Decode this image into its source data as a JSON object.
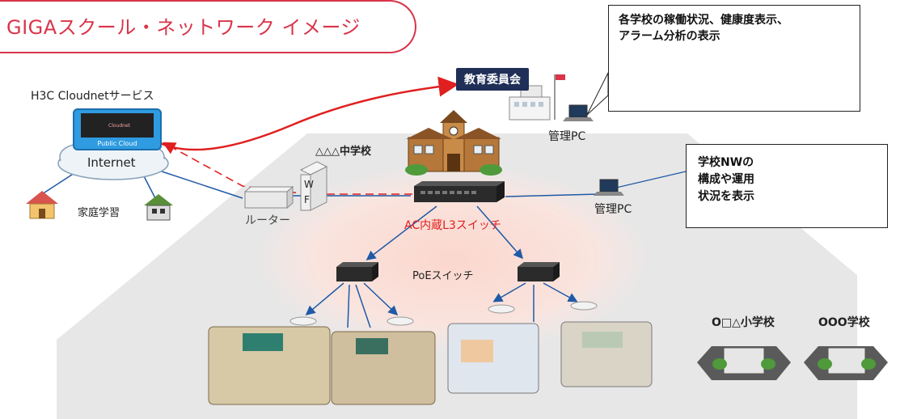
{
  "title": "GIGAスクール・ネットワーク イメージ",
  "cloud": {
    "service_label": "H3C Cloudnetサービス",
    "screen_brand": "Cloudnet",
    "box_label": "Public Cloud",
    "internet_label": "Internet",
    "home_label": "家庭学習"
  },
  "board": {
    "label": "教育委員会",
    "pc_label": "管理PC"
  },
  "callout_top": {
    "line1": "各学校の稼働状況、健康度表示、",
    "line2": "アラーム分析の表示"
  },
  "callout_right": {
    "line1": "学校NWの",
    "line2": "構成や運用",
    "line3": "状況を表示"
  },
  "school": {
    "name": "△△△中学校",
    "router_label": "ルーター",
    "fw_label1": "W",
    "fw_label2": "F",
    "l3_label": "AC内蔵L3スイッチ",
    "poe_label": "PoEスイッチ",
    "pc_label": "管理PC"
  },
  "other_schools": [
    {
      "name": "O□△小学校"
    },
    {
      "name": "OOO学校"
    }
  ],
  "colors": {
    "title_red": "#d9344a",
    "accent_red": "#e02020",
    "navy": "#1f2f57",
    "line_blue": "#1f5aa6",
    "floor_gray": "#e7e7e7",
    "glow": "#fde3dc"
  }
}
